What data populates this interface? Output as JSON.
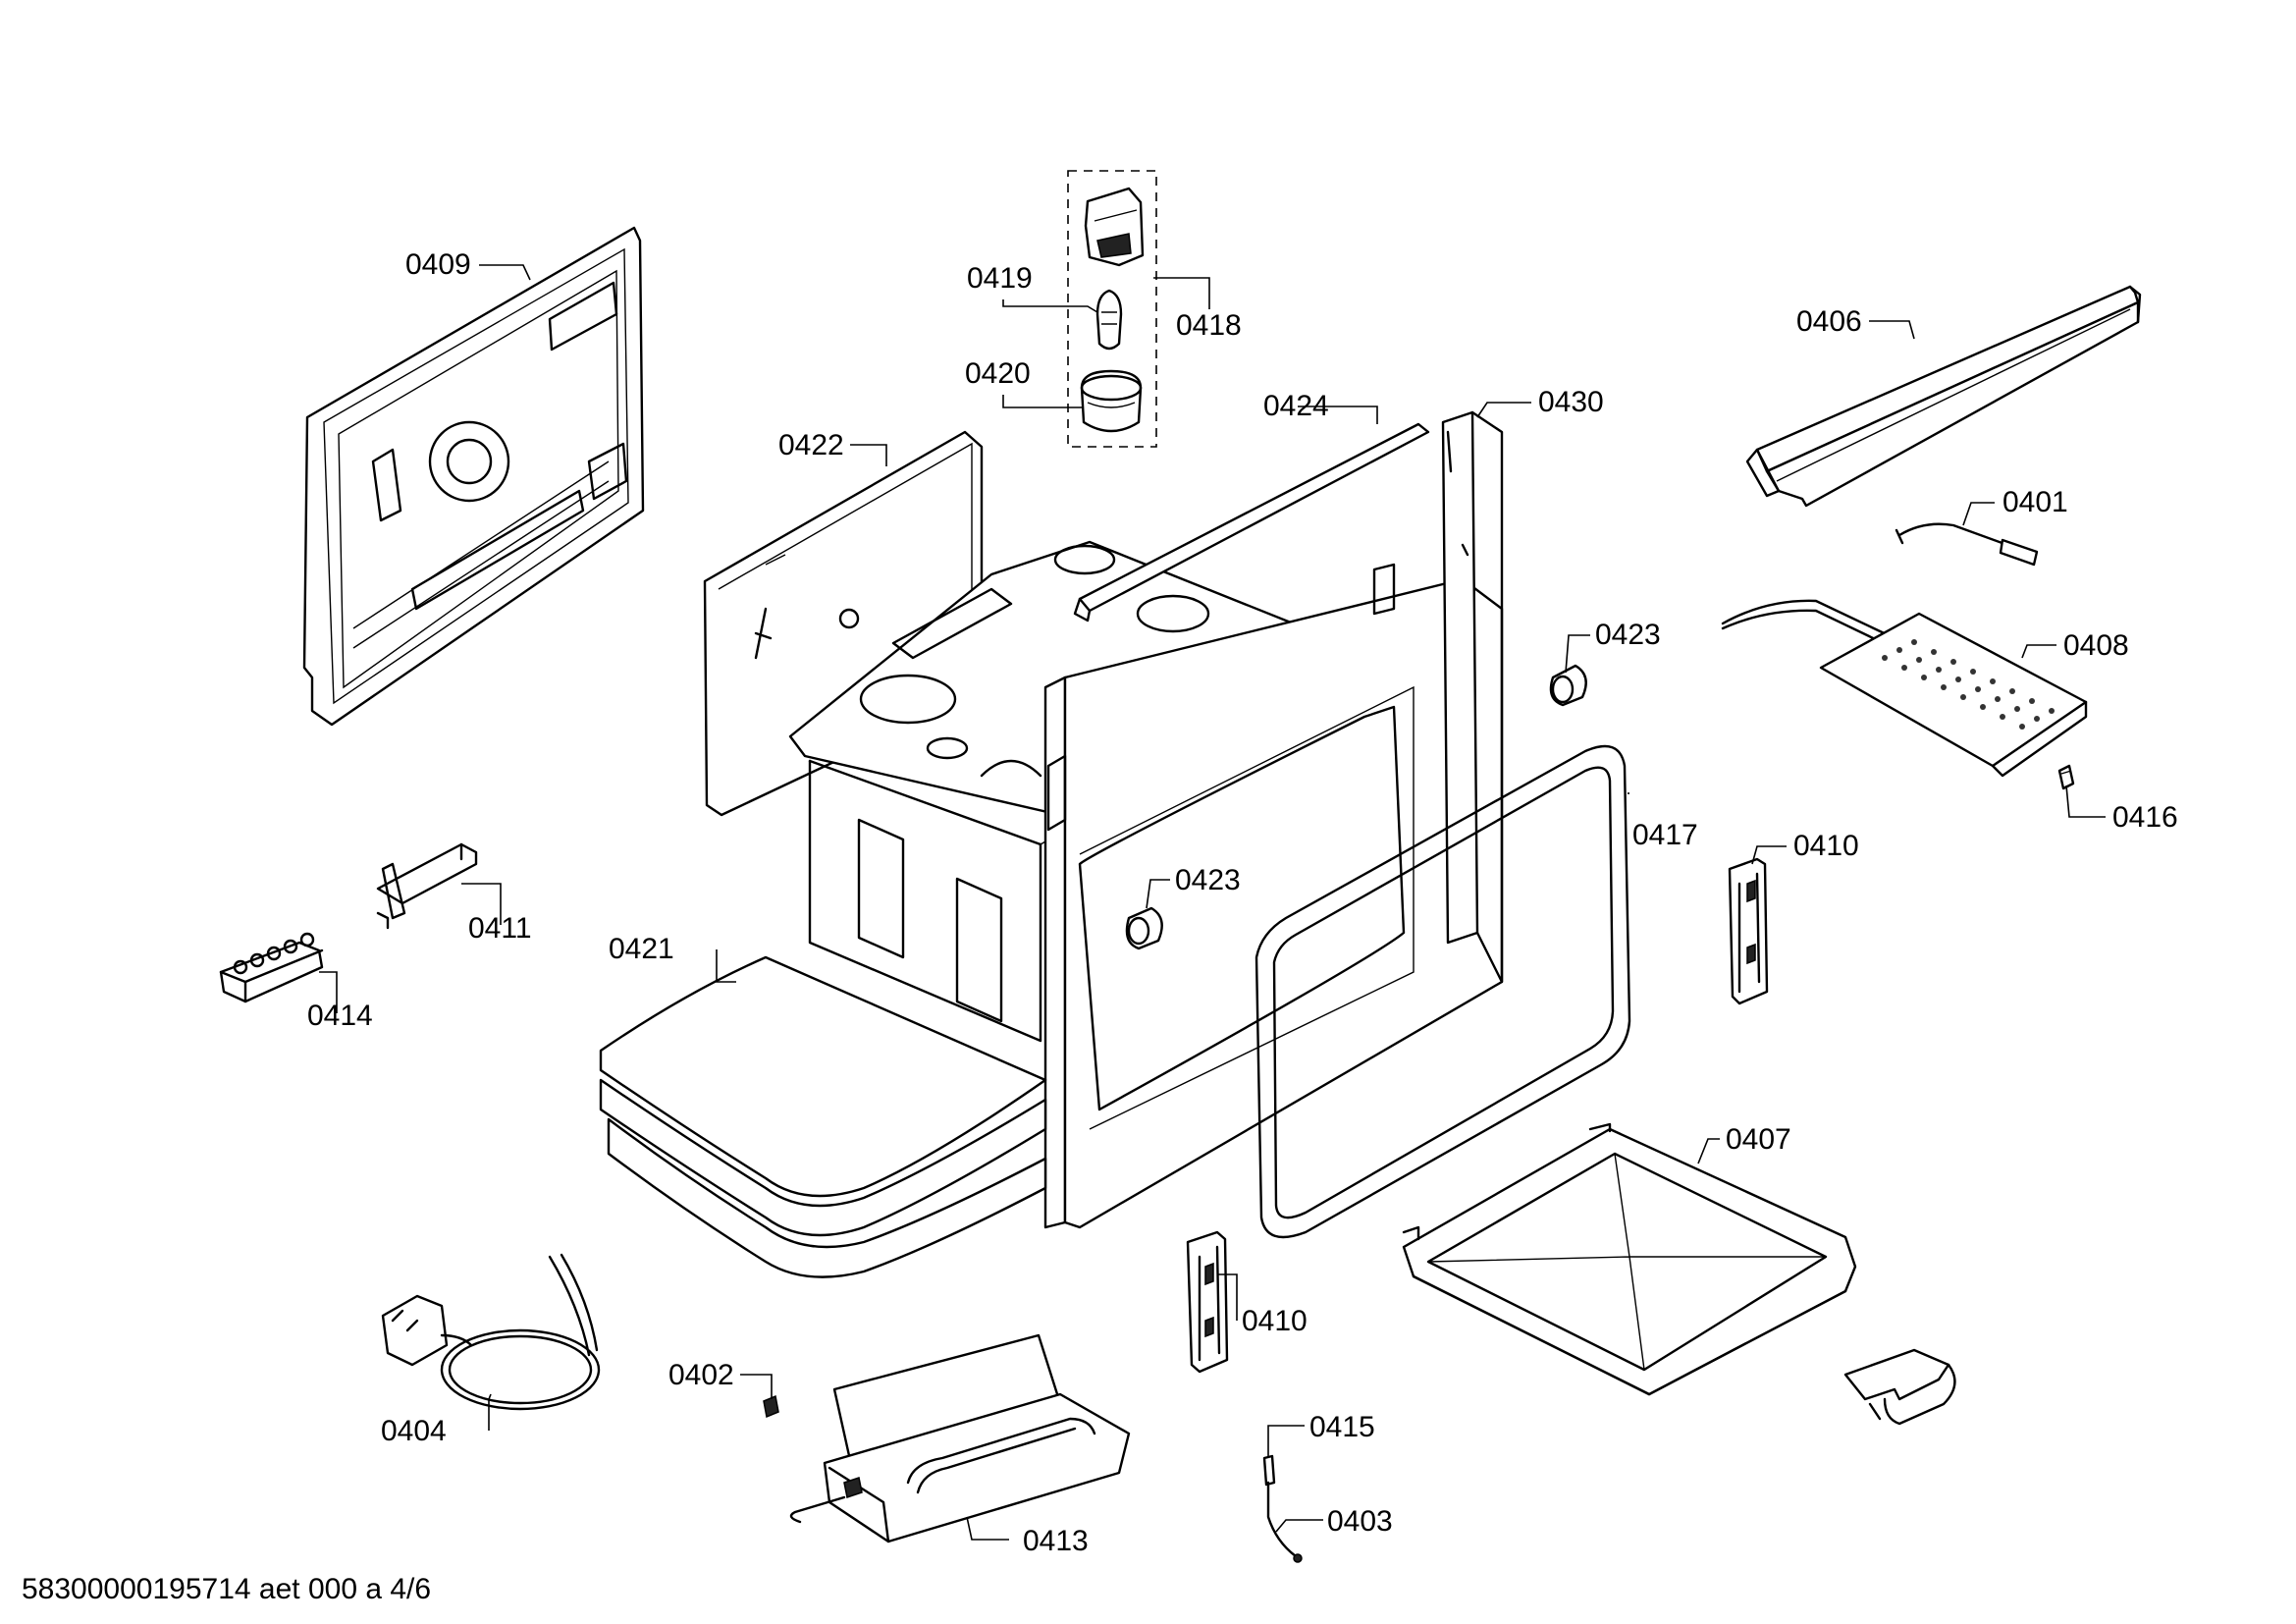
{
  "footer": "58300000195714 aet 000 a 4/6",
  "callouts": {
    "c0409": "0409",
    "c0419": "0419",
    "c0418": "0418",
    "c0420": "0420",
    "c0422": "0422",
    "c0424": "0424",
    "c0430": "0430",
    "c0406": "0406",
    "c0401": "0401",
    "c0423a": "0423",
    "c0408": "0408",
    "c0416": "0416",
    "c0417": "0417",
    "c0410a": "0410",
    "c0423b": "0423",
    "c0411": "0411",
    "c0421": "0421",
    "c0414": "0414",
    "c0407": "0407",
    "c0410b": "0410",
    "c0402": "0402",
    "c0404": "0404",
    "c0415": "0415",
    "c0413": "0413",
    "c0403": "0403"
  }
}
